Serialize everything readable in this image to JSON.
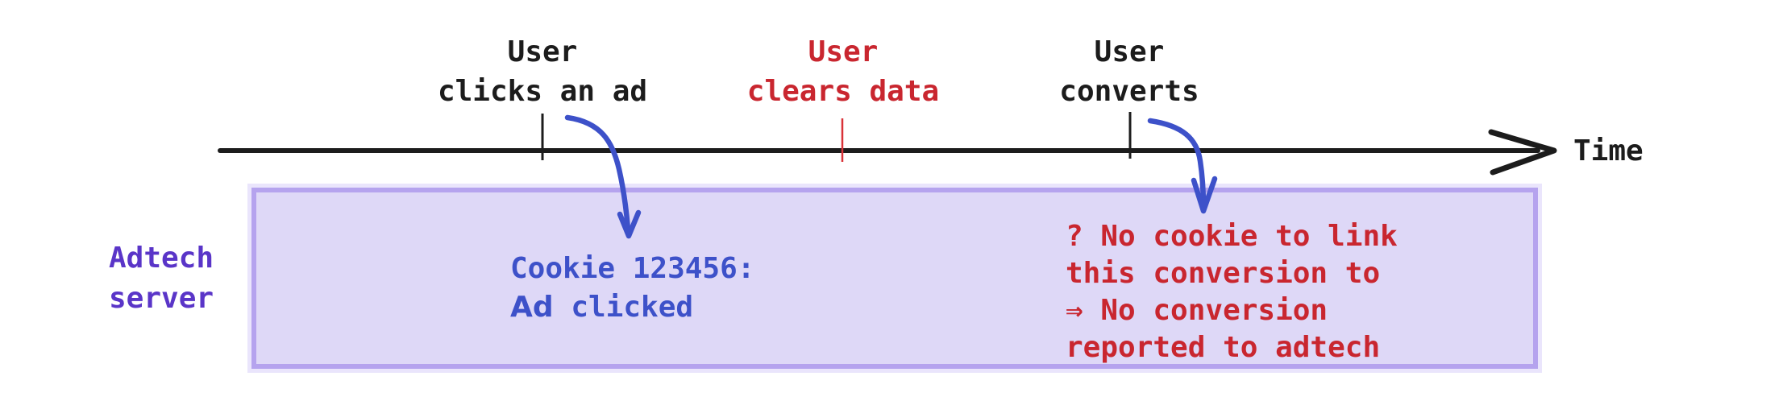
{
  "timeline": {
    "axis_label": "Time",
    "events": [
      {
        "line1": "User",
        "line2": "clicks an ad",
        "color": "black"
      },
      {
        "line1": "User",
        "line2": "clears data",
        "color": "red"
      },
      {
        "line1": "User",
        "line2": "converts",
        "color": "black"
      }
    ]
  },
  "server": {
    "line1": "Adtech",
    "line2": "server"
  },
  "notes": {
    "cookie": {
      "line1": "Cookie 123456:",
      "line2_word1": "Ad",
      "line2_word2": "clicked"
    },
    "no_cookie": "? No cookie to link\nthis conversion to\n⇒ No conversion\nreported to adtech"
  },
  "colors": {
    "ink": "#1c1c1c",
    "red": "#c9262f",
    "red-tick": "#d93238",
    "blue": "#3d51c9",
    "purple": "#5a35c8",
    "box-fill": "#ded8f7",
    "box-border": "#b5a3ee",
    "box-halo": "#eae5fc",
    "bg": "#ffffff"
  }
}
